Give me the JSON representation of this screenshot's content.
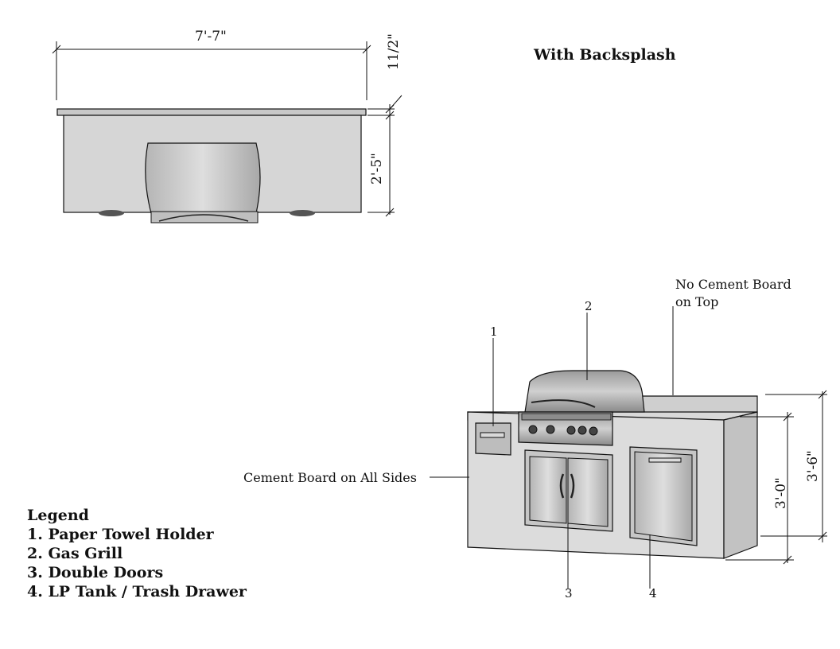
{
  "title": "With Backsplash",
  "top_view": {
    "width_dim": "7'-7\"",
    "overhang_dim": "11/2\"",
    "depth_dim": "2'-5\""
  },
  "perspective": {
    "callouts": {
      "c1": "1",
      "c2": "2",
      "c3": "3",
      "c4": "4"
    },
    "note_no_cement_line1": "No Cement Board",
    "note_no_cement_line2": "on Top",
    "note_cement_sides": "Cement Board on All Sides",
    "height_counter": "3'-0\"",
    "height_backsplash": "3'-6\""
  },
  "legend": {
    "heading": "Legend",
    "items": [
      "1. Paper Towel Holder",
      "2. Gas Grill",
      "3. Double Doors",
      "4. LP Tank / Trash Drawer"
    ]
  },
  "colors": {
    "line": "#111111",
    "stucco": "#dcdcdc",
    "stucco_dark": "#bdbdbd",
    "steel": "#a9a9a9"
  }
}
